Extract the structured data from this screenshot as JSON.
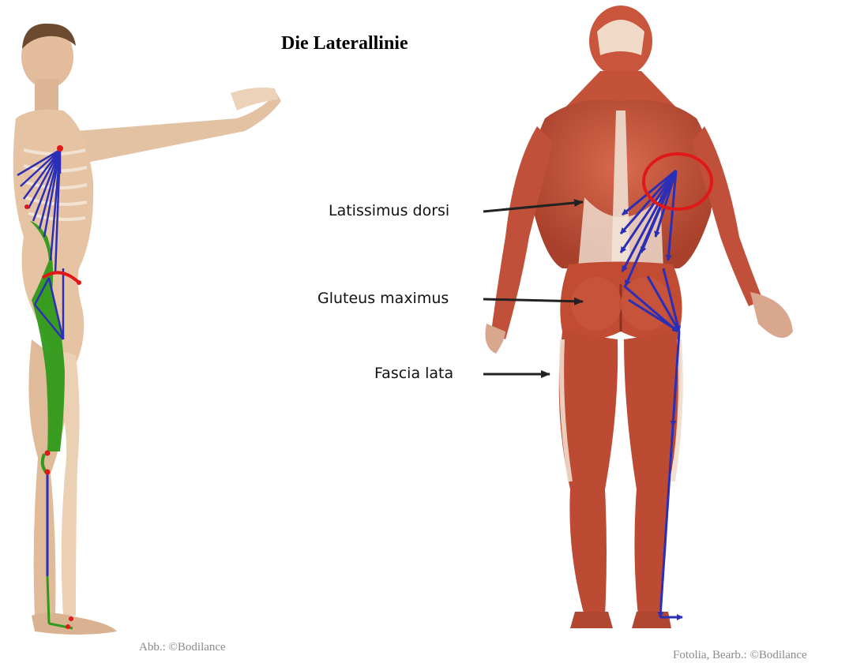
{
  "title": "Die Laterallinie",
  "labels": {
    "latissimus": "Latissimus dorsi",
    "gluteus": "Gluteus maximus",
    "fascia": "Fascia lata"
  },
  "credits": {
    "left": "Abb.: ©Bodilance",
    "right": "Fotolia, Bearb.: ©Bodilance"
  },
  "colors": {
    "line_arrows": "#2b2fb8",
    "highlight_circle": "#e01818",
    "lateral_band": "#2e9a1a",
    "muscle": "#c8553c",
    "skin": "#e7c2a2",
    "pointer": "#222222"
  }
}
